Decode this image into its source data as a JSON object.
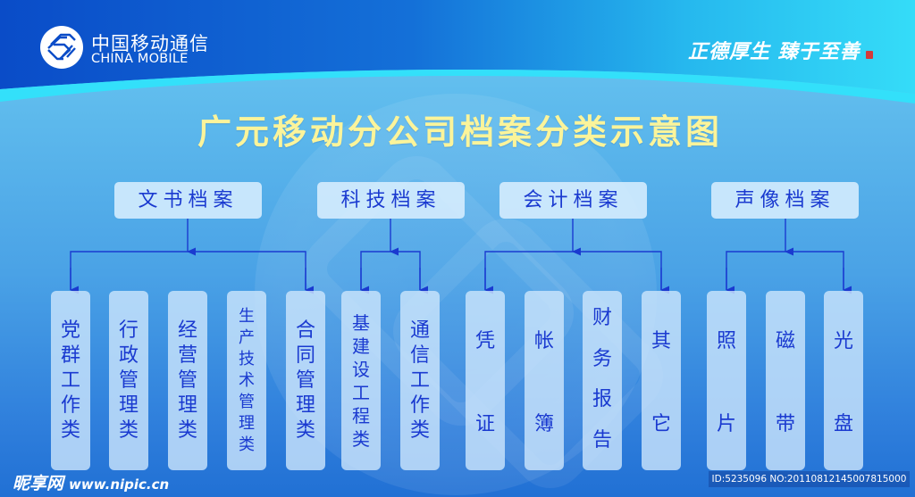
{
  "header": {
    "brand_cn": "中国移动通信",
    "brand_en": "CHINA MOBILE",
    "logo_icon": "china-mobile-logo-icon",
    "slogan": "正德厚生 臻于至善",
    "seal_icon": "red-seal-icon",
    "colors": {
      "deep_blue": "#0a4fc8",
      "cyan": "#2fd6f7",
      "light_band": "#6ccaf2"
    }
  },
  "title": "广元移动分公司档案分类示意图",
  "diagram": {
    "categories": [
      {
        "label": "文书档案",
        "children": [
          "党群工作类",
          "行政管理类",
          "经营管理类",
          "生产技术管理类",
          "合同管理类"
        ]
      },
      {
        "label": "科技档案",
        "children": [
          "基建设工程类",
          "通信工作类"
        ]
      },
      {
        "label": "会计档案",
        "children": [
          "凭证",
          "帐簿",
          "财务报告",
          "其它"
        ]
      },
      {
        "label": "声像档案",
        "children": [
          "照片",
          "磁带",
          "光盘"
        ]
      }
    ],
    "colors": {
      "title_text": "#fbf49a",
      "node_text": "#1a3ad0",
      "connector": "#1a3ad0",
      "node_fill": "#d6ecfc"
    }
  },
  "cats": {
    "c0": "文书档案",
    "c1": "科技档案",
    "c2": "会计档案",
    "c3": "声像档案"
  },
  "leaves": {
    "l0": [
      "党",
      "群",
      "工",
      "作",
      "类"
    ],
    "l1": [
      "行",
      "政",
      "管",
      "理",
      "类"
    ],
    "l2": [
      "经",
      "营",
      "管",
      "理",
      "类"
    ],
    "l3": [
      "生",
      "产",
      "技",
      "术",
      "管",
      "理",
      "类"
    ],
    "l4": [
      "合",
      "同",
      "管",
      "理",
      "类"
    ],
    "l5": [
      "基",
      "建",
      "设",
      "工",
      "程",
      "类"
    ],
    "l6": [
      "通",
      "信",
      "工",
      "作",
      "类"
    ],
    "l7": [
      "凭",
      "证"
    ],
    "l8": [
      "帐",
      "簿"
    ],
    "l9": [
      "财",
      "务",
      "报",
      "告"
    ],
    "l10": [
      "其",
      "它"
    ],
    "l11": [
      "照",
      "片"
    ],
    "l12": [
      "磁",
      "带"
    ],
    "l13": [
      "光",
      "盘"
    ]
  },
  "footer": {
    "site_name": "昵享网",
    "site_url": "www.nipic.cn",
    "id_text": "ID:5235096 NO:20110812145007815000"
  }
}
